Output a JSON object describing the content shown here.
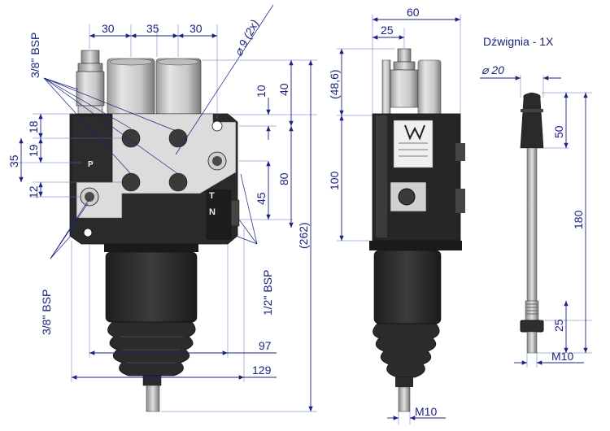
{
  "front_view": {
    "dims_top": [
      "30",
      "35",
      "30"
    ],
    "dim_hole": "⌀ 9 (2x)",
    "dims_right_small": [
      "10",
      "40"
    ],
    "dims_right_mid": [
      "80",
      "45"
    ],
    "dim_total_height": "(262)",
    "dims_left": [
      "18",
      "19",
      "35",
      "12"
    ],
    "dim_width_97": "97",
    "dim_width_129": "129",
    "port_labels": {
      "p": "P",
      "t": "T",
      "n": "N"
    },
    "bsp_top": "3/8\" BSP",
    "bsp_bottom": "3/8\" BSP",
    "bsp_half": "1/2\" BSP"
  },
  "side_view": {
    "dim_width_60": "60",
    "dim_width_25": "25",
    "dim_48_6": "(48,6)",
    "dim_100": "100",
    "dim_thread": "M10"
  },
  "lever_view": {
    "title": "Dźwignia - 1X",
    "dim_dia": "⌀ 20",
    "dim_50": "50",
    "dim_180": "180",
    "dim_25": "25",
    "dim_thread": "M10"
  }
}
